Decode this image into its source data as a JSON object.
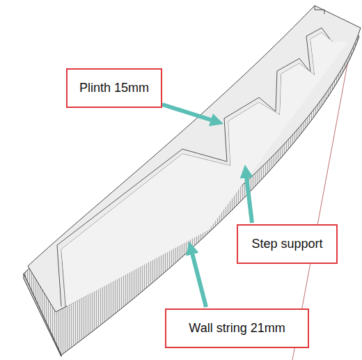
{
  "diagram": {
    "nodes": [
      {
        "text": [
          "Plinth 15mm"
        ]
      },
      {
        "text": [
          "Step support"
        ]
      },
      {
        "text": [
          "Wall string 21mm"
        ]
      }
    ]
  }
}
